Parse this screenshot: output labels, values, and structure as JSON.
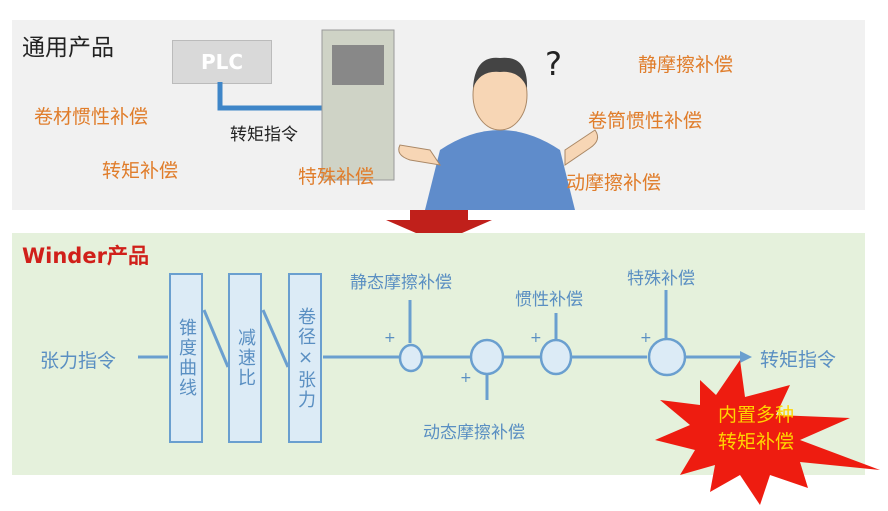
{
  "top": {
    "title": "通用产品",
    "plc": "PLC",
    "torque_cmd": "转矩指令",
    "question": "?",
    "items": [
      "卷材惯性补偿",
      "转矩补偿",
      "特殊补偿",
      "静摩擦补偿",
      "卷筒惯性补偿",
      "动摩擦补偿"
    ]
  },
  "bottom": {
    "title": "Winder产品",
    "input": "张力指令",
    "boxes": [
      "锥度曲线",
      "减速比",
      "卷径×张力"
    ],
    "static_friction": "静态摩擦补偿",
    "dynamic_friction": "动态摩擦补偿",
    "inertia": "惯性补偿",
    "special": "特殊补偿",
    "output": "转矩指令",
    "plus": "+",
    "burst": [
      "内置多种",
      "转矩补偿"
    ]
  },
  "colors": {
    "orange": "#e07d2b",
    "blue": "#5a8fc2",
    "red": "#d0201a",
    "burst": "#ee1c10",
    "burst_text": "#ffd400"
  }
}
